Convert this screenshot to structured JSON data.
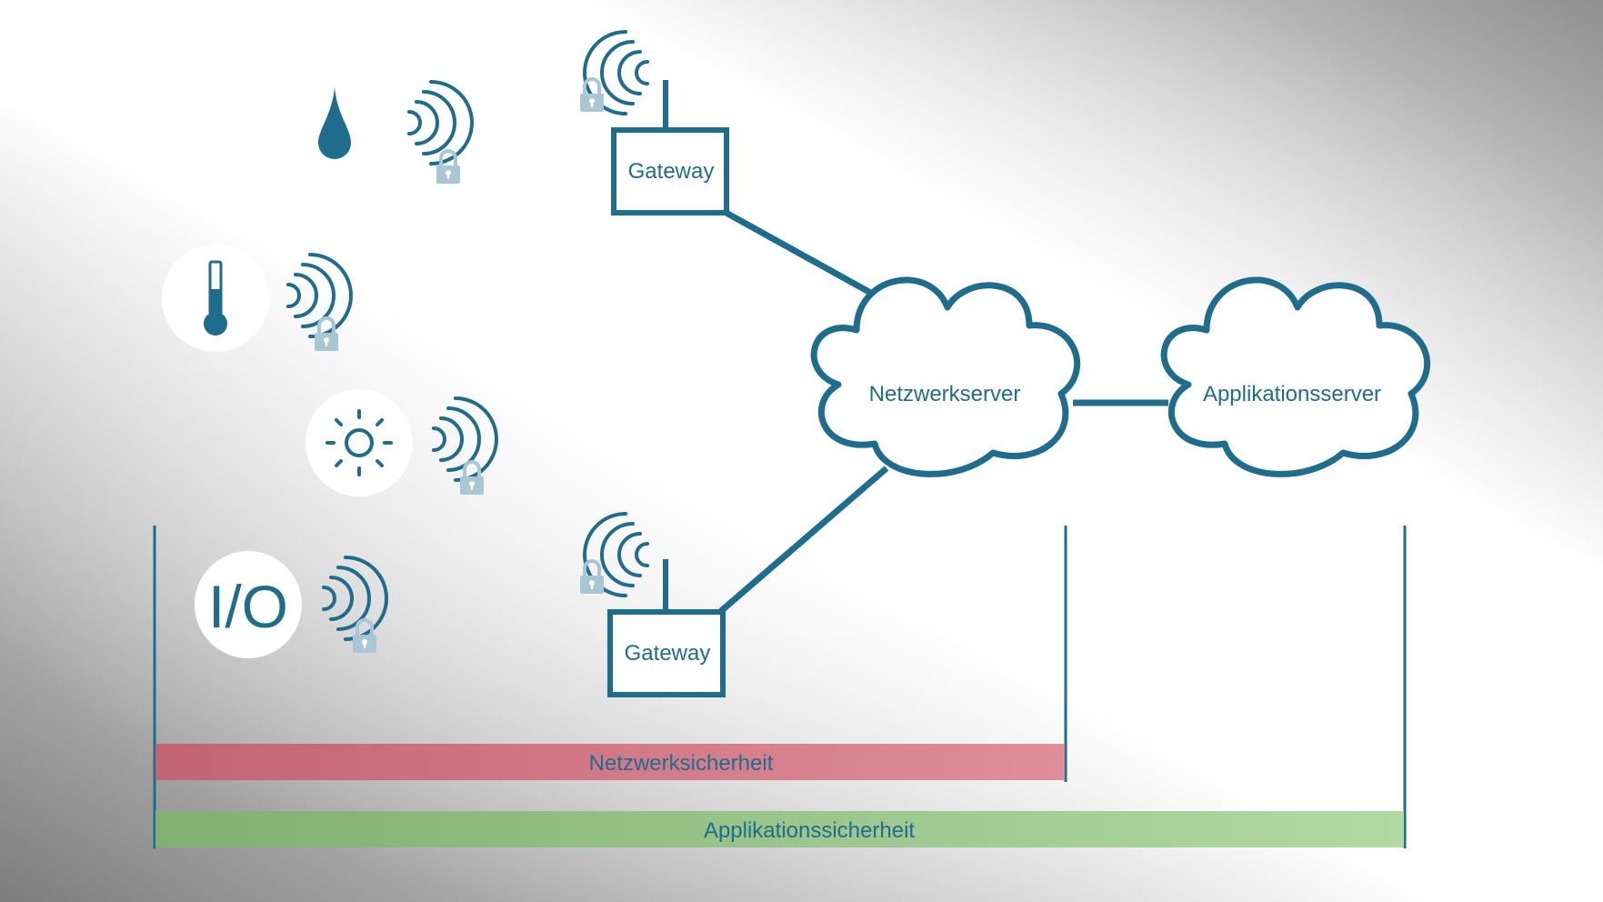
{
  "labels": {
    "gateway_top": "Gateway",
    "gateway_bottom": "Gateway",
    "network_server": "Netzwerkserver",
    "application_server": "Applikationsserver",
    "network_security": "Netzwerksicherheit",
    "application_security": "Applikationssicherheit",
    "io_sensor": "I/O"
  },
  "icons": {
    "sensors": [
      "water-drop-icon",
      "thermometer-icon",
      "sun-icon",
      "io-icon"
    ],
    "wireless": "wireless-signal-icon",
    "lock": "lock-icon"
  },
  "colors": {
    "primary": "#1f6d8c",
    "lock": "#a9c6d4",
    "network_security_bar": "#d98796",
    "application_security_bar": "#9ccb8f"
  }
}
